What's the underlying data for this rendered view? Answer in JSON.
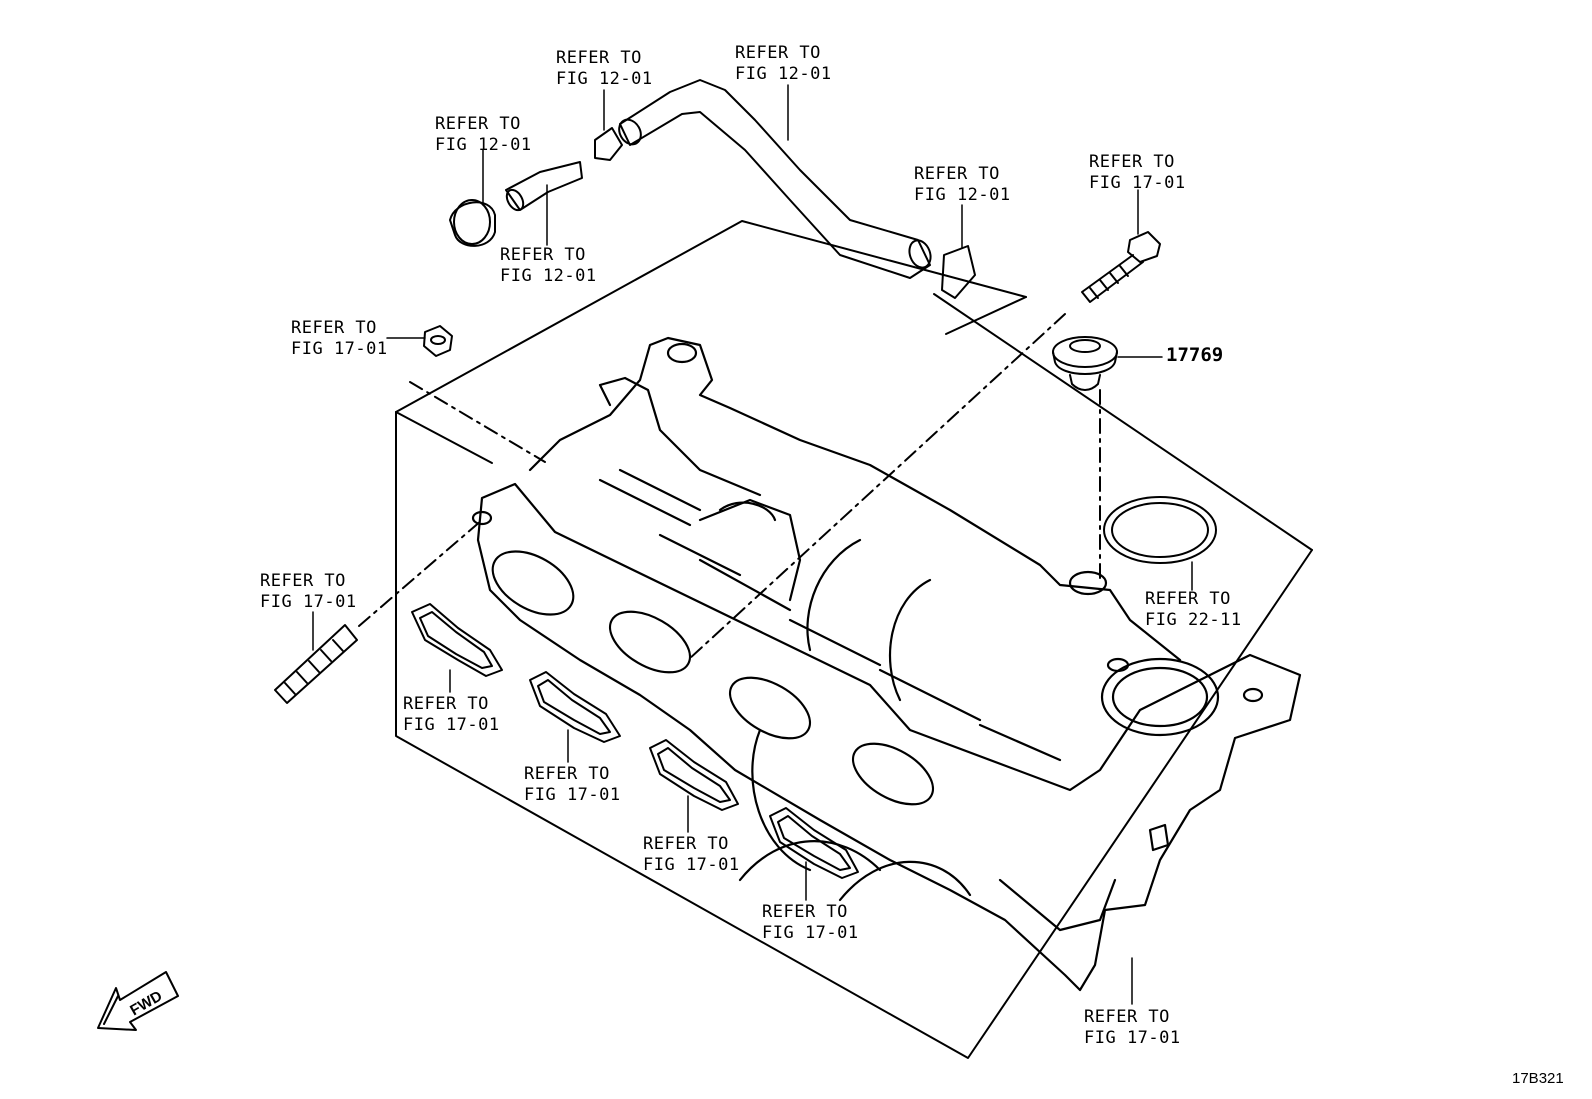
{
  "callouts": [
    {
      "id": "r1",
      "line1": "REFER TO",
      "line2": "FIG 12-01"
    },
    {
      "id": "r2",
      "line1": "REFER TO",
      "line2": "FIG 12-01"
    },
    {
      "id": "r3",
      "line1": "REFER TO",
      "line2": "FIG 12-01"
    },
    {
      "id": "r4",
      "line1": "REFER TO",
      "line2": "FIG 12-01"
    },
    {
      "id": "r5",
      "line1": "REFER TO",
      "line2": "FIG 12-01"
    },
    {
      "id": "r6",
      "line1": "REFER TO",
      "line2": "FIG 17-01"
    },
    {
      "id": "r7",
      "line1": "REFER TO",
      "line2": "FIG 17-01"
    },
    {
      "id": "r8",
      "line1": "REFER TO",
      "line2": "FIG 17-01"
    },
    {
      "id": "r9",
      "line1": "REFER TO",
      "line2": "FIG 22-11"
    },
    {
      "id": "r10",
      "line1": "REFER TO",
      "line2": "FIG 17-01"
    },
    {
      "id": "r11",
      "line1": "REFER TO",
      "line2": "FIG 17-01"
    },
    {
      "id": "r12",
      "line1": "REFER TO",
      "line2": "FIG 17-01"
    },
    {
      "id": "r13",
      "line1": "REFER TO",
      "line2": "FIG 17-01"
    },
    {
      "id": "r14",
      "line1": "REFER TO",
      "line2": "FIG 17-01"
    }
  ],
  "part_number": "17769",
  "fwd_label": "FWD",
  "figure_id": "17B321"
}
